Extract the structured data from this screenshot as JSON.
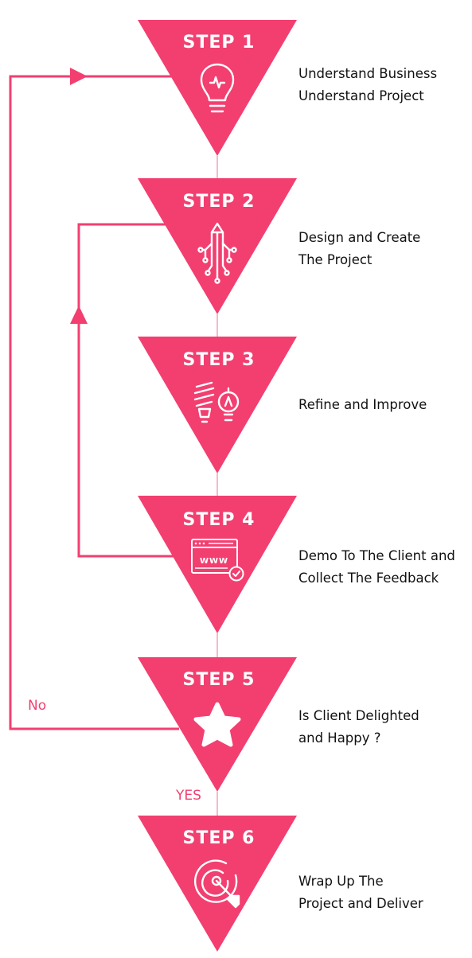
{
  "colors": {
    "accent": "#F23F70",
    "text": "#111111",
    "icon": "#ffffff",
    "connector": "#F5A0B8"
  },
  "steps": [
    {
      "label": "STEP 1",
      "icon": "lightbulb-icon",
      "desc_lines": [
        "Understand Business",
        "Understand Project"
      ]
    },
    {
      "label": "STEP 2",
      "icon": "circuit-pencil-icon",
      "desc_lines": [
        "Design and Create",
        "The Project"
      ]
    },
    {
      "label": "STEP 3",
      "icon": "energy-bulbs-icon",
      "desc_lines": [
        "Refine and Improve"
      ]
    },
    {
      "label": "STEP 4",
      "icon": "browser-www-check-icon",
      "desc_lines": [
        "Demo To The Client and",
        "Collect The Feedback"
      ]
    },
    {
      "label": "STEP 5",
      "icon": "star-icon",
      "desc_lines": [
        "Is Client Delighted",
        "and Happy ?"
      ]
    },
    {
      "label": "STEP 6",
      "icon": "target-arrow-icon",
      "desc_lines": [
        "Wrap Up The",
        "Project and Deliver"
      ]
    }
  ],
  "branches": {
    "no_label": "No",
    "yes_label": "YES"
  }
}
